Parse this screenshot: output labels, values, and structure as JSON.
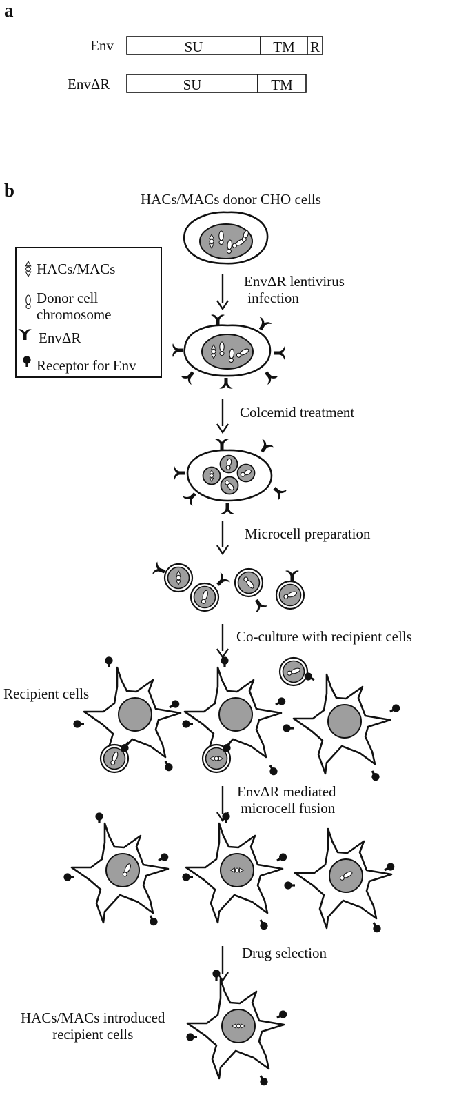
{
  "panel_a": {
    "label": "a",
    "constructs": [
      {
        "name": "Env",
        "segments": [
          "SU",
          "TM",
          "R"
        ]
      },
      {
        "name": "EnvΔR",
        "segments": [
          "SU",
          "TM"
        ]
      }
    ]
  },
  "panel_b": {
    "label": "b",
    "top_title": "HACs/MACs donor CHO cells",
    "legend": [
      {
        "icon": "hac-mac-icon",
        "text": "HACs/MACs"
      },
      {
        "icon": "donor-chromosome-icon",
        "text": "Donor cell\nchromosome"
      },
      {
        "icon": "env-delta-r-icon",
        "text": "EnvΔR"
      },
      {
        "icon": "receptor-icon",
        "text": "Receptor for Env"
      }
    ],
    "steps": [
      "EnvΔR lentivirus\n infection",
      "Colcemid treatment",
      "Microcell preparation",
      "Co-culture with recipient cells",
      "EnvΔR mediated\n microcell fusion",
      "Drug selection"
    ],
    "recipient_label": "Recipient cells",
    "final_label": "HACs/MACs introduced\nrecipient cells"
  },
  "colors": {
    "ink": "#111111",
    "nucleus": "#9e9e9e",
    "background": "#ffffff"
  }
}
